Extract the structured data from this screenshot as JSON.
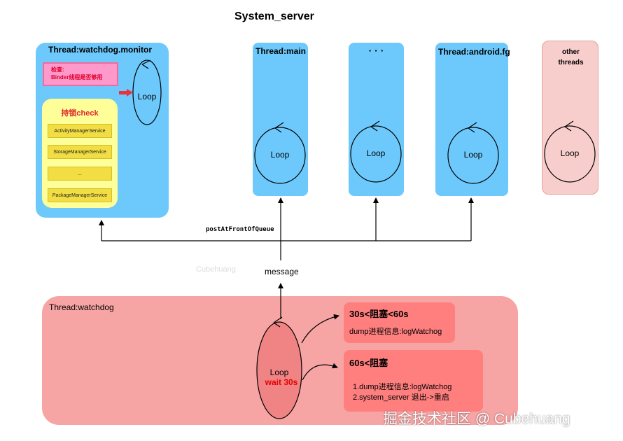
{
  "title": "System_server",
  "watchdog_monitor": {
    "label": "Thread:watchdog.monitor",
    "binder_check": "检查:\nBinder线程是否够用",
    "lock_check_title": "持锁check",
    "services": [
      "ActivityManagerService",
      "StorageManagerService",
      "...",
      "PackageManagerService"
    ],
    "loop": "Loop"
  },
  "threads": [
    {
      "label": "Thread:main",
      "loop": "Loop"
    },
    {
      "label": "· · ·",
      "loop": "Loop"
    },
    {
      "label": "Thread:android.fg",
      "loop": "Loop"
    },
    {
      "label": "other\nthreads",
      "loop": "Loop"
    }
  ],
  "post_label": "postAtFrontOfQueue",
  "message_label": "message",
  "faint_watermark": "Cubehuang",
  "watchdog": {
    "label": "Thread:watchdog",
    "loop": "Loop",
    "wait": "wait 30s",
    "wait_color": "#e60000"
  },
  "callout1": {
    "title": "30s<阻塞<60s",
    "text": "dump进程信息:logWatchog"
  },
  "callout2": {
    "title": "60s<阻塞",
    "lines": [
      "1.dump进程信息:logWatchog",
      "2.system_server 退出->重启"
    ]
  },
  "site_watermark": "掘金技术社区 @ Cubehuang",
  "colors": {
    "thread_blue": "#6dc9fc",
    "other_pink": "#f8cecc",
    "watchdog_red": "#f7a4a4",
    "callout_red": "#ff7f7f",
    "check_yellow": "#ffff99",
    "service_yellow": "#f2de43",
    "binder_pink": "#ff99cc",
    "arrow_red": "#e8323c"
  }
}
